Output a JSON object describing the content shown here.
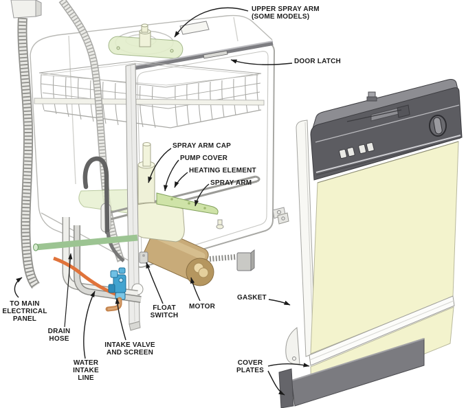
{
  "labels": {
    "upper_spray_arm": "UPPER SPRAY ARM\n(SOME MODELS)",
    "door_latch": "DOOR LATCH",
    "spray_arm_cap": "SPRAY ARM CAP",
    "pump_cover": "PUMP COVER",
    "heating_element": "HEATING ELEMENT",
    "spray_arm": "SPRAY ARM",
    "to_main_electrical_panel": "TO MAIN\nELECTRICAL\nPANEL",
    "drain_hose": "DRAIN\nHOSE",
    "water_intake_line": "WATER\nINTAKE\nLINE",
    "intake_valve_and_screen": "INTAKE VALVE\nAND SCREEN",
    "float_switch": "FLOAT\nSWITCH",
    "motor": "MOTOR",
    "gasket": "GASKET",
    "cover_plates": "COVER\nPLATES"
  },
  "colors": {
    "background": "#ffffff",
    "label_text": "#1b1b1b",
    "spray_arm_green": "#cfe3a8",
    "motor_tan": "#c8ab79",
    "valve_blue": "#42a4d0",
    "intake_orange": "#e0733a",
    "drain_tube_green": "#9cc492",
    "copper_pipe": "#c5854f",
    "door_cream": "#f3f3cd",
    "control_panel_gray": "#5c5c61"
  }
}
